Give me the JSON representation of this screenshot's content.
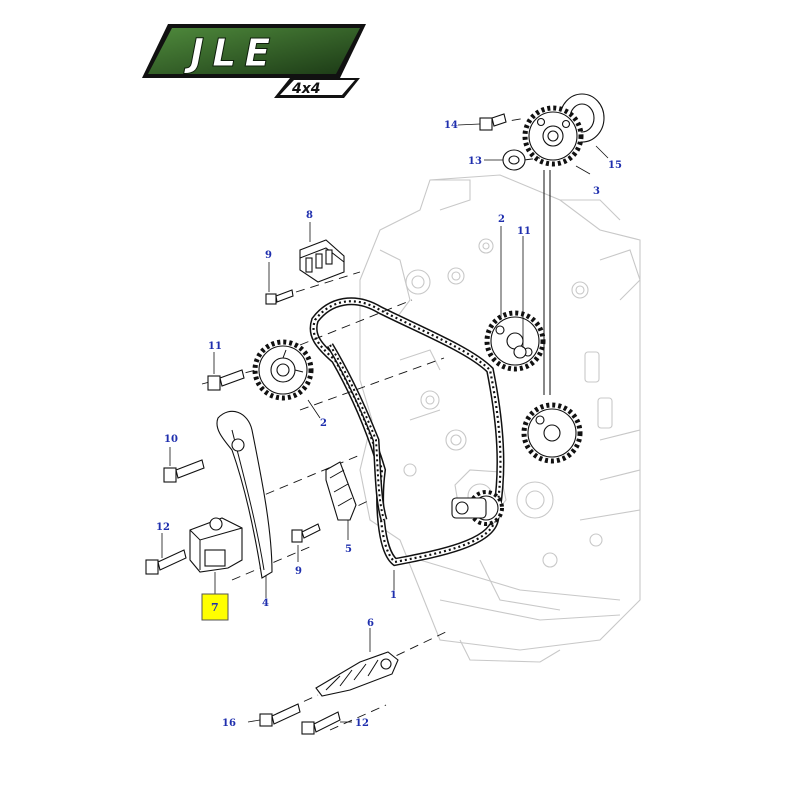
{
  "logo": {
    "brand": "JLE",
    "sub": "4x4",
    "green": "#2e5a24",
    "green_dark": "#1c3a16"
  },
  "callouts": {
    "c1": "1",
    "c2a": "2",
    "c2b": "2",
    "c3": "3",
    "c4": "4",
    "c5": "5",
    "c6": "6",
    "c7": "7",
    "c8": "8",
    "c9a": "9",
    "c9b": "9",
    "c10": "10",
    "c11a": "11",
    "c11b": "11",
    "c12a": "12",
    "c12b": "12",
    "c13": "13",
    "c14": "14",
    "c15": "15",
    "c16": "16"
  },
  "colors": {
    "callout_text": "#1f2fae",
    "highlight_fill": "#ffff00",
    "engine_line": "#c8c8c8"
  }
}
